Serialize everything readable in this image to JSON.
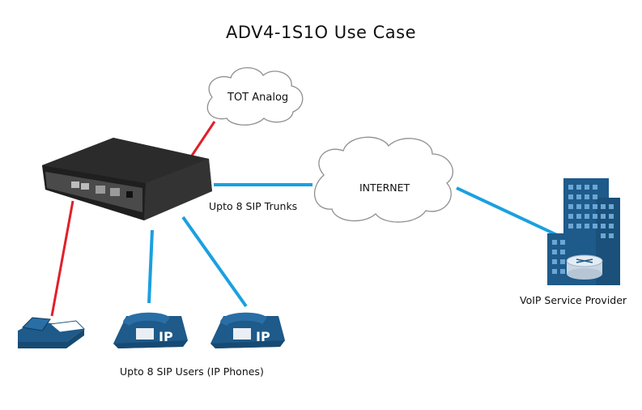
{
  "title": "ADV4-1S1O Use Case",
  "labels": {
    "tot_cloud": "TOT Analog",
    "internet_cloud": "INTERNET",
    "sip_trunks": "Upto 8 SIP Trunks",
    "sip_users": "Upto 8 SIP Users (IP Phones)",
    "voip_provider": "VoIP Service Provider",
    "ip_badge_1": "IP",
    "ip_badge_2": "IP"
  },
  "colors": {
    "analog_link": "#e0202a",
    "ip_link": "#1aa0e0",
    "device_body": "#2b2b2b",
    "icon_blue": "#1e5a8a"
  },
  "icons": [
    "gateway-device",
    "cloud",
    "fax-icon",
    "ip-phone-icon",
    "building-icon",
    "router-icon"
  ]
}
